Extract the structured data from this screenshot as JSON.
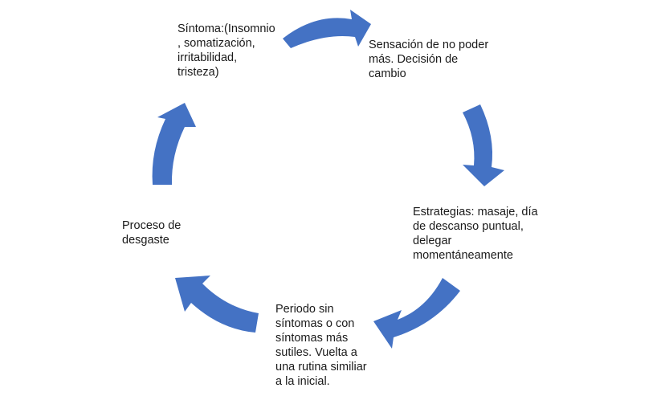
{
  "title": "Ciclo de desgaste",
  "colors": {
    "arrow": "#4472C4",
    "text": "#1a1a1a",
    "background": "#ffffff"
  },
  "nodes": [
    {
      "id": "sintoma",
      "text": "Síntoma:(Insomnio\n, somatización,\nirritabilidad,\ntristeza)"
    },
    {
      "id": "sensacion",
      "text": "Sensación de no poder\nmás. Decisión de\ncambio"
    },
    {
      "id": "estrategias",
      "text": "Estrategias: masaje, día\nde descanso puntual,\ndelegar\nmomentáneamente"
    },
    {
      "id": "periodo",
      "text": "Periodo sin\nsíntomas o con\nsíntomas más\nsutiles. Vuelta a\nuna rutina similiar\na la inicial."
    },
    {
      "id": "proceso",
      "text": "Proceso de\ndesgaste"
    }
  ],
  "arrows": [
    {
      "from": "sintoma",
      "to": "sensacion",
      "icon": "curved-arrow-icon"
    },
    {
      "from": "sensacion",
      "to": "estrategias",
      "icon": "curved-arrow-icon"
    },
    {
      "from": "estrategias",
      "to": "periodo",
      "icon": "curved-arrow-icon"
    },
    {
      "from": "periodo",
      "to": "proceso",
      "icon": "curved-arrow-icon"
    },
    {
      "from": "proceso",
      "to": "sintoma",
      "icon": "curved-arrow-icon"
    }
  ]
}
